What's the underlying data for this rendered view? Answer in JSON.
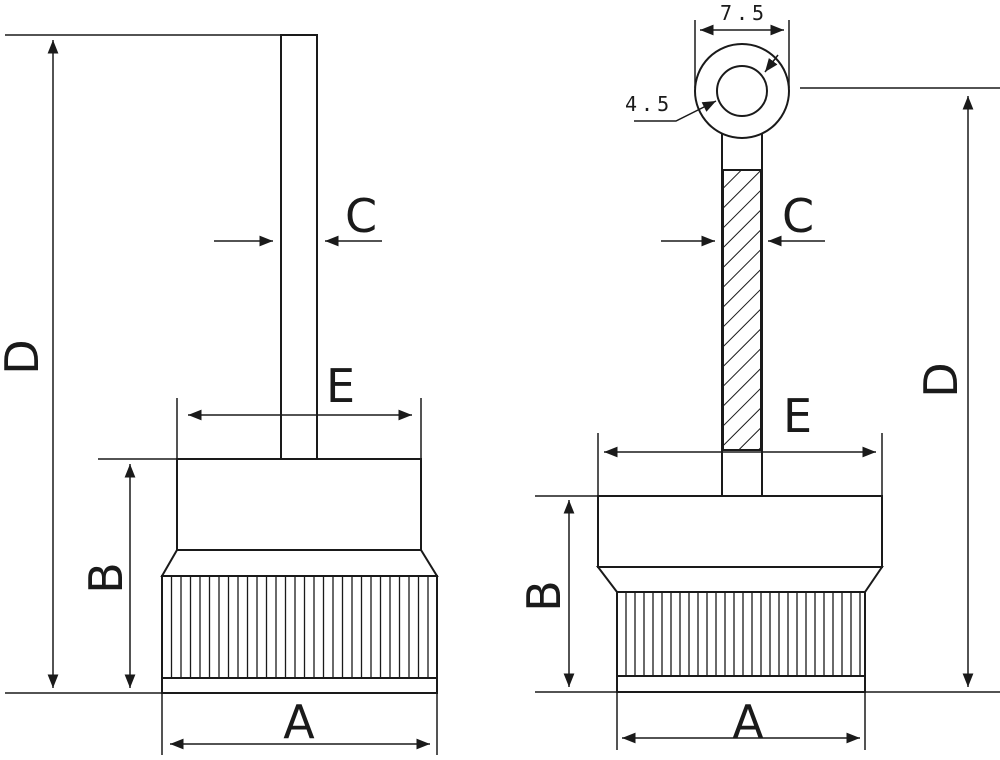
{
  "left_view": {
    "labels": {
      "a": "A",
      "b": "B",
      "c": "C",
      "d": "D",
      "e": "E"
    }
  },
  "right_view": {
    "labels": {
      "a": "A",
      "b": "B",
      "c": "C",
      "d": "D",
      "e": "E"
    },
    "eye_outer": "7.5",
    "eye_inner": "4.5"
  },
  "colors": {
    "line": "#1a1a1a",
    "background": "#ffffff"
  }
}
